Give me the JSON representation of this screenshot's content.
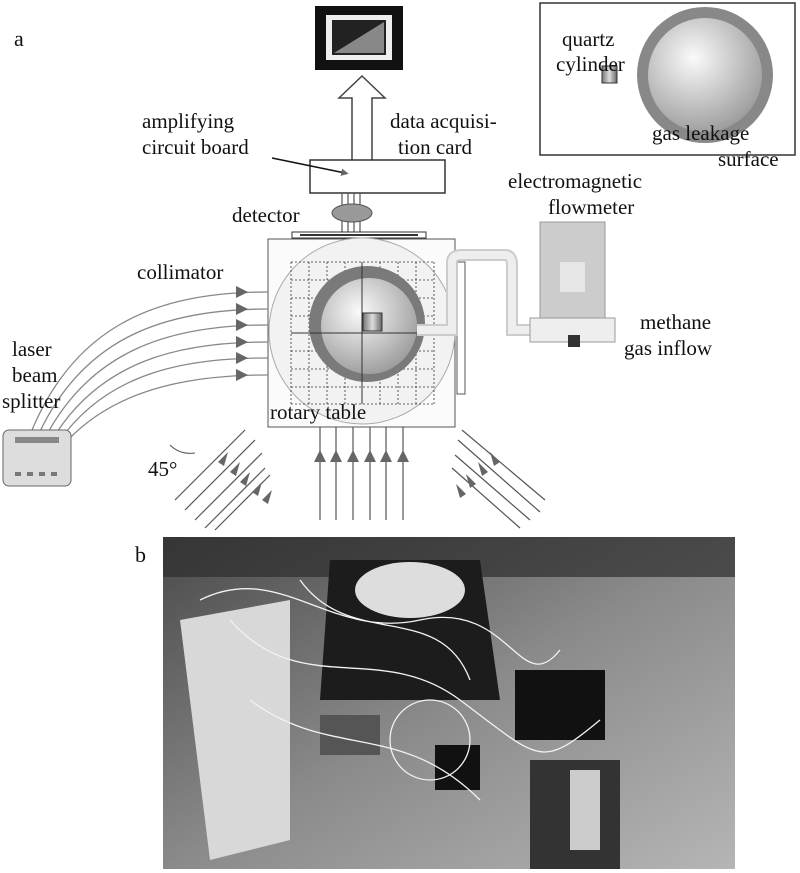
{
  "panels": {
    "a": "a",
    "b": "b"
  },
  "labels": {
    "amplifying_1": "amplifying",
    "amplifying_2": "circuit board",
    "daq_1": "data acquisi-",
    "daq_2": "tion card",
    "quartz_1": "quartz",
    "quartz_2": "cylinder",
    "leak_1": "gas leakage",
    "leak_2": "surface",
    "flow_1": "electromagnetic",
    "flow_2": "flowmeter",
    "detector": "detector",
    "collimator": "collimator",
    "laser_1": "laser",
    "laser_2": "beam",
    "laser_3": "splitter",
    "methane_1": "methane",
    "methane_2": "gas inflow",
    "angle": "45°",
    "rotary": "rotary table"
  }
}
